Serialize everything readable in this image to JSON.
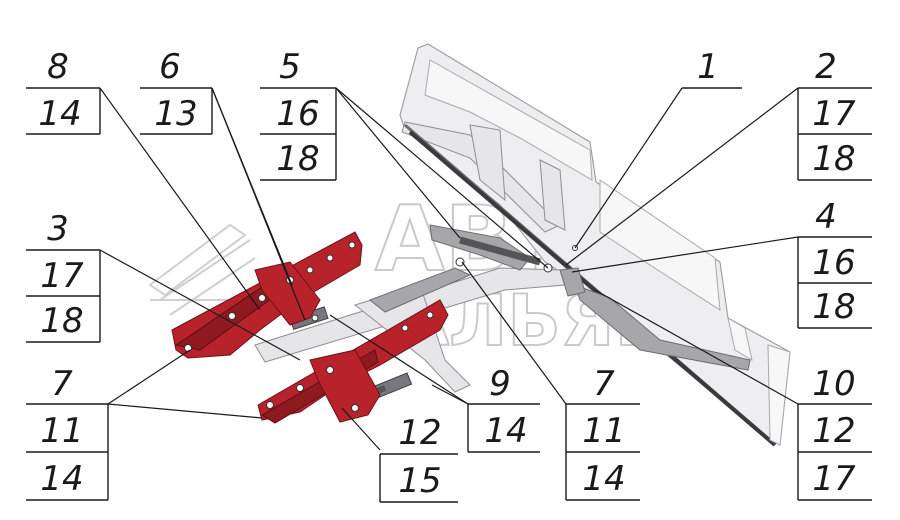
{
  "callouts": [
    {
      "id": "c-8",
      "top": "8",
      "rows": [
        "14"
      ]
    },
    {
      "id": "c-6",
      "top": "6",
      "rows": [
        "13"
      ]
    },
    {
      "id": "c-5",
      "top": "5",
      "rows": [
        "16",
        "18"
      ]
    },
    {
      "id": "c-1",
      "top": "1",
      "rows": []
    },
    {
      "id": "c-2",
      "top": "2",
      "rows": [
        "17",
        "18"
      ]
    },
    {
      "id": "c-3",
      "top": "3",
      "rows": [
        "17",
        "18"
      ]
    },
    {
      "id": "c-4",
      "top": "4",
      "rows": [
        "16",
        "18"
      ]
    },
    {
      "id": "c-7a",
      "top": "7",
      "rows": [
        "11",
        "14"
      ]
    },
    {
      "id": "c-9",
      "top": "9",
      "rows": [
        "14"
      ]
    },
    {
      "id": "c-12",
      "top": "12",
      "rows": [
        "15"
      ]
    },
    {
      "id": "c-7b",
      "top": "7",
      "rows": [
        "11",
        "14"
      ]
    },
    {
      "id": "c-10",
      "top": "10",
      "rows": [
        "12",
        "17"
      ]
    }
  ],
  "colors": {
    "frame_red": "#b8232b",
    "blade_light": "#eeeef0",
    "cylinder_grey": "#77777d",
    "ink": "#1a1a1a"
  }
}
